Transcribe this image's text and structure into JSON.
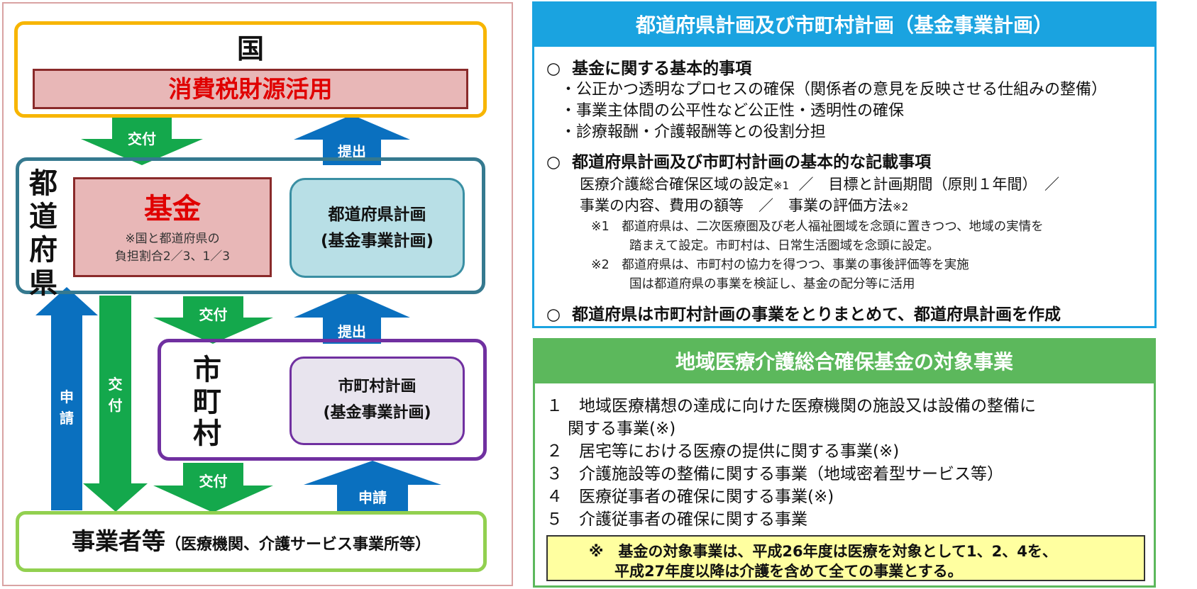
{
  "left": {
    "kuni": "国",
    "tax_source": "消費税財源活用",
    "prefecture_label": [
      "都",
      "道",
      "府",
      "県"
    ],
    "fund_title": "基金",
    "fund_note": [
      "※国と都道府県の",
      "負担割合2／3、1／3"
    ],
    "prefecture_plan": [
      "都道府県計画",
      "(基金事業計画)"
    ],
    "municipality_label": [
      "市",
      "町",
      "村"
    ],
    "municipality_plan": [
      "市町村計画",
      "(基金事業計画)"
    ],
    "providers_main": "事業者等",
    "providers_sub": "（医療機関、介護サービス事業所等）",
    "arrows": {
      "kofu": "交付",
      "teishutsu": "提出",
      "shinsei": "申請",
      "shinsei_vertical": [
        "申",
        "請"
      ],
      "kofu_vertical": [
        "交",
        "付"
      ]
    },
    "colors": {
      "blue_arrow": "#0a70bf",
      "green_arrow": "#14a84c",
      "kuni_border": "#f7b500",
      "pref_border": "#35798f",
      "muni_border": "#7030a0",
      "provider_border": "#92d050",
      "emphasis_red": "#e00000"
    }
  },
  "plan_panel": {
    "header": "都道府県計画及び市町村計画（基金事業計画）",
    "circle": "○",
    "section1_title": "基金に関する基本的事項",
    "section1_items": [
      "・公正かつ透明なプロセスの確保（関係者の意見を反映させる仕組みの整備）",
      "・事業主体間の公平性など公正性・透明性の確保",
      "・診療報酬・介護報酬等との役割分担"
    ],
    "section2_title": "都道府県計画及び市町村計画の基本的な記載事項",
    "section2_line1": {
      "a": "医療介護総合確保区域の設定",
      "mark1": "※1",
      "b": "／　目標と計画期間（原則１年間）　／"
    },
    "section2_line2": {
      "a": "事業の内容、費用の額等　／　事業の評価方法",
      "mark2": "※2"
    },
    "notes": [
      "※1　都道府県は、二次医療圏及び老人福祉圏域を念頭に置きつつ、地域の実情を",
      "踏まえて設定。市町村は、日常生活圏域を念頭に設定。",
      "※2　都道府県は、市町村の協力を得つつ、事業の事後評価等を実施",
      "国は都道府県の事業を検証し、基金の配分等に活用"
    ],
    "section3_title": "都道府県は市町村計画の事業をとりまとめて、都道府県計画を作成",
    "colors": {
      "header_bg": "#1aa3e0"
    }
  },
  "target_panel": {
    "header": "地域医療介護総合確保基金の対象事業",
    "items": [
      "１　地域医療構想の達成に向けた医療機関の施設又は設備の整備に",
      "関する事業(※)",
      "２　居宅等における医療の提供に関する事業(※)",
      "３　介護施設等の整備に関する事業（地域密着型サービス等）",
      "４　医療従事者の確保に関する事業(※)",
      "５　介護従事者の確保に関する事業"
    ],
    "note_lines": [
      "※　基金の対象事業は、平成26年度は医療を対象として1、2、4を、",
      "平成27年度以降は介護を含めて全ての事業とする。"
    ],
    "colors": {
      "header_bg": "#5cb85c",
      "note_bg": "#ffffa0"
    }
  }
}
